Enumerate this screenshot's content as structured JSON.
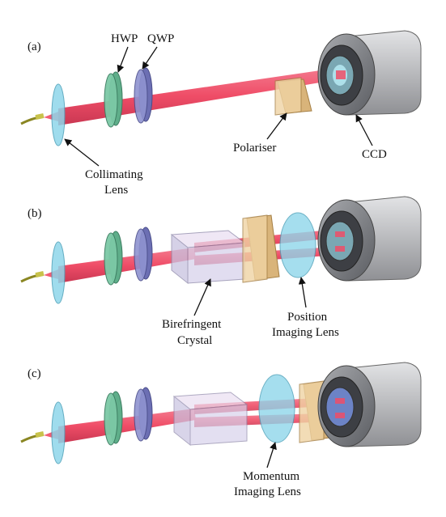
{
  "panels": [
    {
      "id": "a",
      "label": "(a)"
    },
    {
      "id": "b",
      "label": "(b)"
    },
    {
      "id": "c",
      "label": "(c)"
    }
  ],
  "labels": {
    "hwp": "HWP",
    "qwp": "QWP",
    "polariser": "Polariser",
    "ccd": "CCD",
    "collimating_1": "Collimating",
    "collimating_2": "Lens",
    "birefringent_1": "Birefringent",
    "birefringent_2": "Crystal",
    "position_1": "Position",
    "position_2": "Imaging Lens",
    "momentum_1": "Momentum",
    "momentum_2": "Imaging Lens"
  },
  "colors": {
    "beam": "#f0506a",
    "beam_dark": "#c8324c",
    "lens_cyan": "#8fd6ea",
    "hwp_green": "#7cc9a6",
    "qwp_blue": "#8f93d0",
    "polariser": "#e8c48e",
    "crystal": "#d8d2ec",
    "camera": "#c8c9cc",
    "fiber": "#b9b53a"
  }
}
